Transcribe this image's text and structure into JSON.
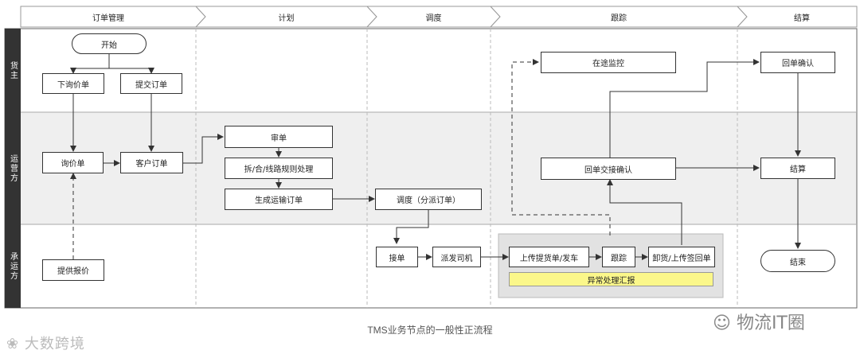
{
  "phases": [
    "订单管理",
    "计划",
    "调度",
    "跟踪",
    "结算"
  ],
  "lanes": [
    "货主",
    "运营方",
    "承运方"
  ],
  "nodes": {
    "start": "开始",
    "inquiry_create": "下询价单",
    "submit_order": "提交订单",
    "inquiry": "询价单",
    "customer_order": "客户订单",
    "quote": "提供报价",
    "review": "审单",
    "split_merge": "拆/合/线路规则处理",
    "transport_order": "生成运输订单",
    "dispatch": "调度（分派订单）",
    "accept": "接单",
    "assign_driver": "派发司机",
    "upload_pickup": "上传提货单/发车",
    "tracking": "跟踪",
    "unload_upload": "卸货/上传签回单",
    "exception": "异常处理汇报",
    "in_transit": "在途监控",
    "receipt_handover": "回单交接确认",
    "receipt_confirm": "回单确认",
    "settlement": "结算",
    "end": "结束"
  },
  "caption": "TMS业务节点的一般性正流程",
  "watermark_left": "大数跨境",
  "watermark_right": "物流IT圈"
}
